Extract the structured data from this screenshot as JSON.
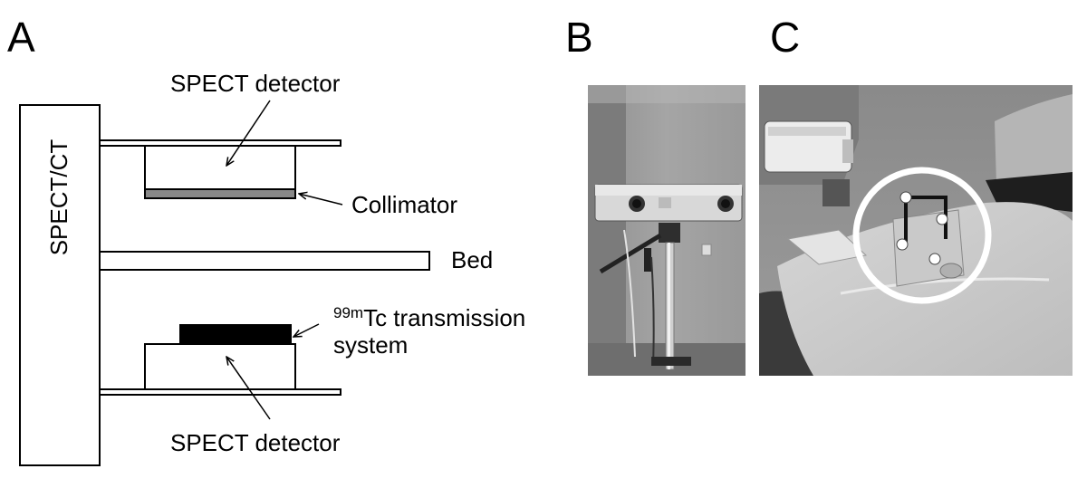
{
  "panels": {
    "a": "A",
    "b": "B",
    "c": "C"
  },
  "diagram": {
    "gantry_label": "SPECT/CT",
    "top_detector_label": "SPECT detector",
    "collimator_label": "Collimator",
    "bed_label": "Bed",
    "transmission_superscript": "99m",
    "transmission_line1": "Tc transmission",
    "transmission_line2": "system",
    "bottom_detector_label": "SPECT detector",
    "colors": {
      "collimator": "#888888",
      "transmission_source": "#000000"
    }
  }
}
